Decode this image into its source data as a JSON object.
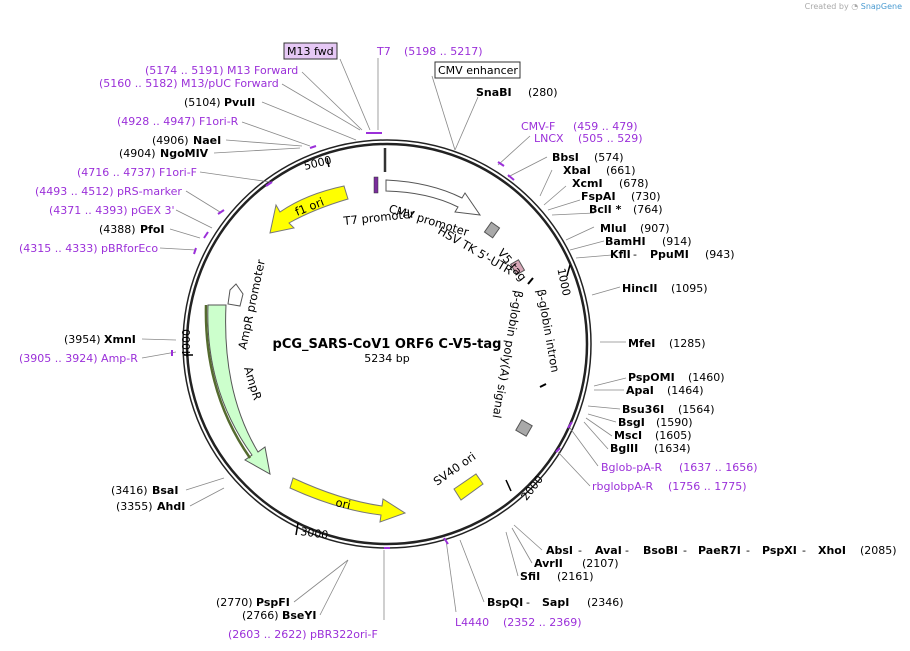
{
  "credit": {
    "prefix": "Created by",
    "brand": "SnapGene"
  },
  "plasmid": {
    "name": "pCG_SARS-CoV1 ORF6 C-V5-tag",
    "length": "5234 bp"
  },
  "ticks": {
    "t1000": "1000",
    "t2000": "2000",
    "t3000": "3000",
    "t4000": "4000",
    "t5000": "5000"
  },
  "primers": {
    "m13fwd": "M13 fwd",
    "t7": "T7",
    "t7_range": "(5198 .. 5217)",
    "m13forward": "(5174 .. 5191)  M13 Forward",
    "m13puc": "(5160 .. 5182)  M13/pUC Forward",
    "f1orir": "(4928 .. 4947)  F1ori-R",
    "f1orif": "(4716 .. 4737)  F1ori-F",
    "prs": "(4493 .. 4512)  pRS-marker",
    "pgex": "(4371 .. 4393)  pGEX 3'",
    "pbrforeco": "(4315 .. 4333)  pBRforEco",
    "ampr": "(3905 .. 3924)  Amp-R",
    "pbr322": "(2603 .. 2622)  pBR322ori-F",
    "l4440": "L4440",
    "l4440_range": "(2352 .. 2369)",
    "cmvf": "CMV-F",
    "cmvf_range": "(459 .. 479)",
    "lncx": "LNCX",
    "lncx_range": "(505 .. 529)",
    "globpar": "Bglob-pA-R",
    "globpar_range": "(1637 .. 1656)",
    "rbglob": "rbglobpA-R",
    "rbglob_range": "(1756 .. 1775)"
  },
  "sites": {
    "pvuii": "PvuII",
    "pvuii_pos": "(5104)",
    "naei": "NaeI",
    "naei_pos": "(4906)",
    "ngomiv": "NgoMIV",
    "ngomiv_pos": "(4904)",
    "pfoi": "PfoI",
    "pfoi_pos": "(4388)",
    "xmni": "XmnI",
    "xmni_pos": "(3954)",
    "bsai": "BsaI",
    "bsai_pos": "(3416)",
    "ahdi": "AhdI",
    "ahdi_pos": "(3355)",
    "pspfi": "PspFI",
    "pspfi_pos": "(2770)",
    "bseyi": "BseYI",
    "bseyi_pos": "(2766)",
    "snabi": "SnaBI",
    "snabi_pos": "(280)",
    "bbsi": "BbsI",
    "bbsi_pos": "(574)",
    "xbai": "XbaI",
    "xbai_pos": "(661)",
    "xcmi": "XcmI",
    "xcmi_pos": "(678)",
    "fspai": "FspAI",
    "fspai_pos": "(730)",
    "bcli": "BclI *",
    "bcli_pos": "(764)",
    "mlui": "MluI",
    "mlui_pos": "(907)",
    "bamhi": "BamHI",
    "bamhi_pos": "(914)",
    "kfli": "KflI",
    "kfli_sep": " - ",
    "ppumi": "PpuMI",
    "kfli_pos": "(943)",
    "hincii": "HincII",
    "hincii_pos": "(1095)",
    "mfei": "MfeI",
    "mfei_pos": "(1285)",
    "pspomi": "PspOMI",
    "pspomi_pos": "(1460)",
    "apai": "ApaI",
    "apai_pos": "(1464)",
    "bsu36i": "Bsu36I",
    "bsu36i_pos": "(1564)",
    "bsgi": "BsgI",
    "bsgi_pos": "(1590)",
    "msci": "MscI",
    "msci_pos": "(1605)",
    "bglii": "BglII",
    "bglii_pos": "(1634)",
    "absi": "AbsI",
    "avai": "AvaI",
    "bsobi": "BsoBI",
    "paer7i": "PaeR7I",
    "pspxi": "PspXI",
    "xhoi": "XhoI",
    "absi_pos": "(2085)",
    "sep": " - ",
    "avrii": "AvrII",
    "avrii_pos": "(2107)",
    "sfii": "SfiI",
    "sfii_pos": "(2161)",
    "bspqi": "BspQI",
    "sapi": "SapI",
    "bspqi_pos": "(2346)"
  },
  "features": {
    "cmv_enhancer": "CMV enhancer",
    "cmv_promoter": "CMV promoter",
    "t7_promoter": "T7 promoter",
    "hsv_tk": "HSV TK 5'-UTR",
    "v5_tag": "V5 tag",
    "bglobin_intron": "β-globin intron",
    "bglobin_polya": "β-globin poly(A) signal",
    "sv40_ori": "SV40 ori",
    "ori": "ori",
    "ampr": "AmpR",
    "ampr_promoter": "AmpR promoter",
    "f1_ori": "f1 ori"
  },
  "colors": {
    "backbone": "#222222",
    "primer": "#9b30d9",
    "yellow_feature": "#ffff00",
    "ampr_fill": "#ccffcc",
    "promoter_fill": "#ffffff",
    "tag_fill": "#a9a9a9",
    "intron_fill": "#d7a7b7"
  }
}
